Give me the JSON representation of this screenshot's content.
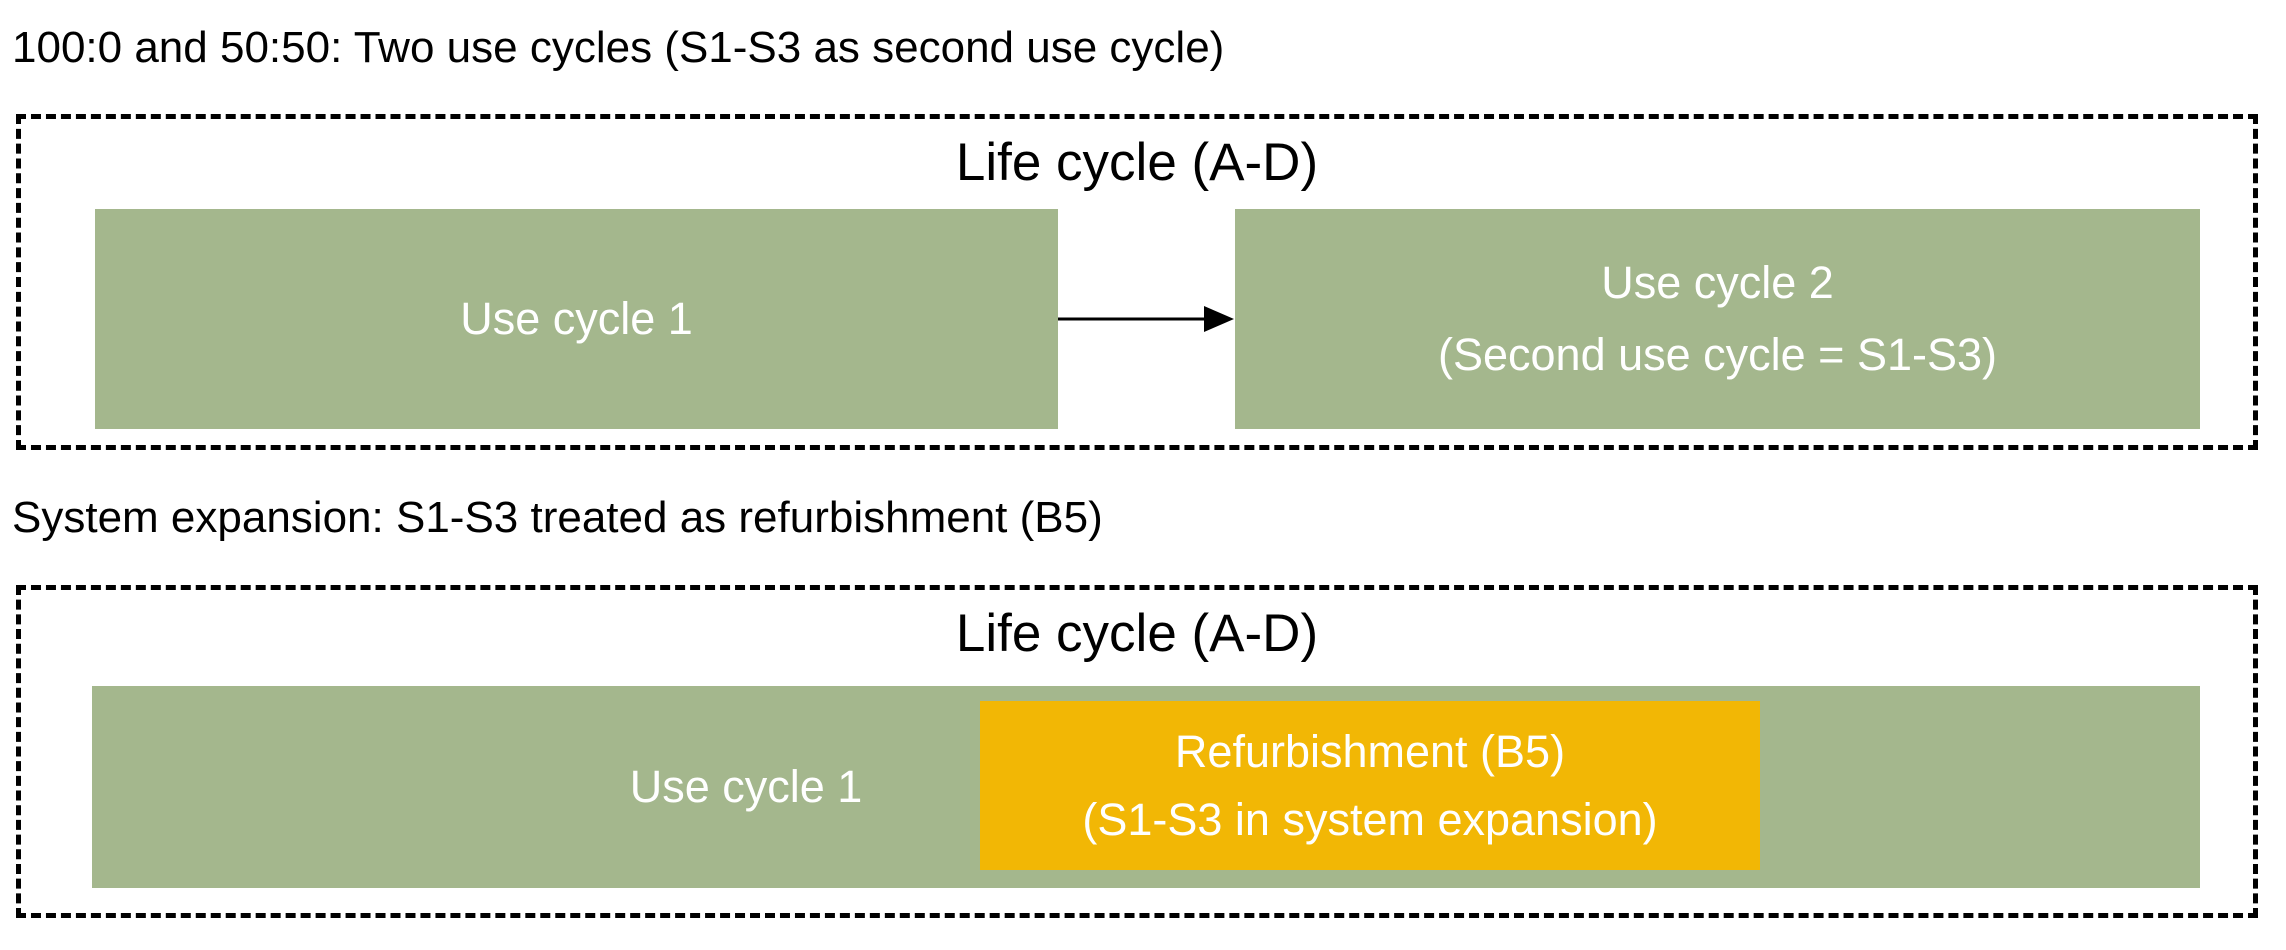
{
  "colors": {
    "green": "#A4B78D",
    "orange": "#F2B705",
    "title_text": "#000000",
    "box_text": "#FFFFFF",
    "border": "#000000"
  },
  "section1": {
    "title": "100:0 and 50:50: Two use cycles (S1-S3 as second use cycle)",
    "container_label": "Life cycle (A-D)",
    "use_cycle_1_label": "Use cycle 1",
    "use_cycle_2_line1": "Use cycle 2",
    "use_cycle_2_line2": "(Second use cycle = S1-S3)"
  },
  "section2": {
    "title": "System expansion: S1-S3 treated as refurbishment (B5)",
    "container_label": "Life cycle (A-D)",
    "use_cycle_1_label": "Use cycle 1",
    "refurbishment_line1": "Refurbishment (B5)",
    "refurbishment_line2": "(S1-S3 in system expansion)"
  }
}
